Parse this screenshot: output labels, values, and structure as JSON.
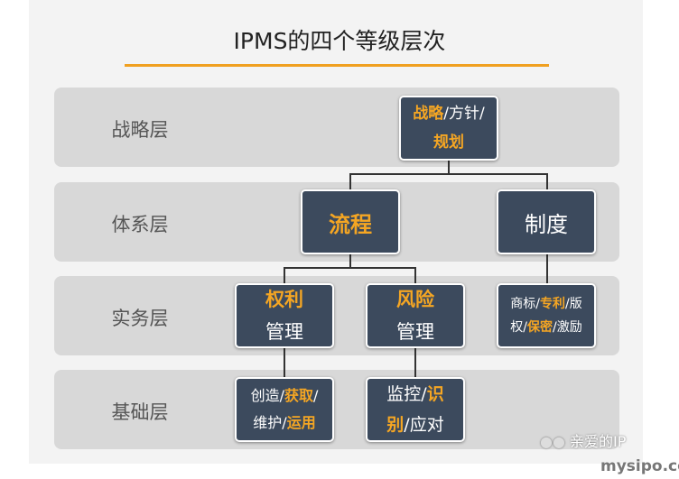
{
  "title": "IPMS的四个等级层次",
  "layers": [
    "战略层",
    "体系层",
    "实务层",
    "基础层"
  ],
  "boxes": {
    "strategy": [
      [
        "战略",
        "/方针/"
      ],
      [
        "规划"
      ]
    ],
    "process": "流程",
    "system": "制度",
    "rights": [
      "权利",
      "管理"
    ],
    "risk": [
      "风险",
      "管理"
    ],
    "types": [
      [
        "商标/",
        "专利",
        "/版"
      ],
      [
        "权/",
        "保密",
        "/激励"
      ]
    ],
    "create": [
      [
        "创造/",
        "获取",
        "/"
      ],
      [
        "维护/",
        "运用"
      ]
    ],
    "monitor": [
      [
        "监控/",
        "识"
      ],
      [
        "别",
        "/应对"
      ]
    ]
  },
  "watermark": "亲爱的IP",
  "site": "mysipo.com",
  "colors": {
    "accent": "#f5a623",
    "box": "#3c4a5d",
    "band": "#d8d8d8"
  }
}
